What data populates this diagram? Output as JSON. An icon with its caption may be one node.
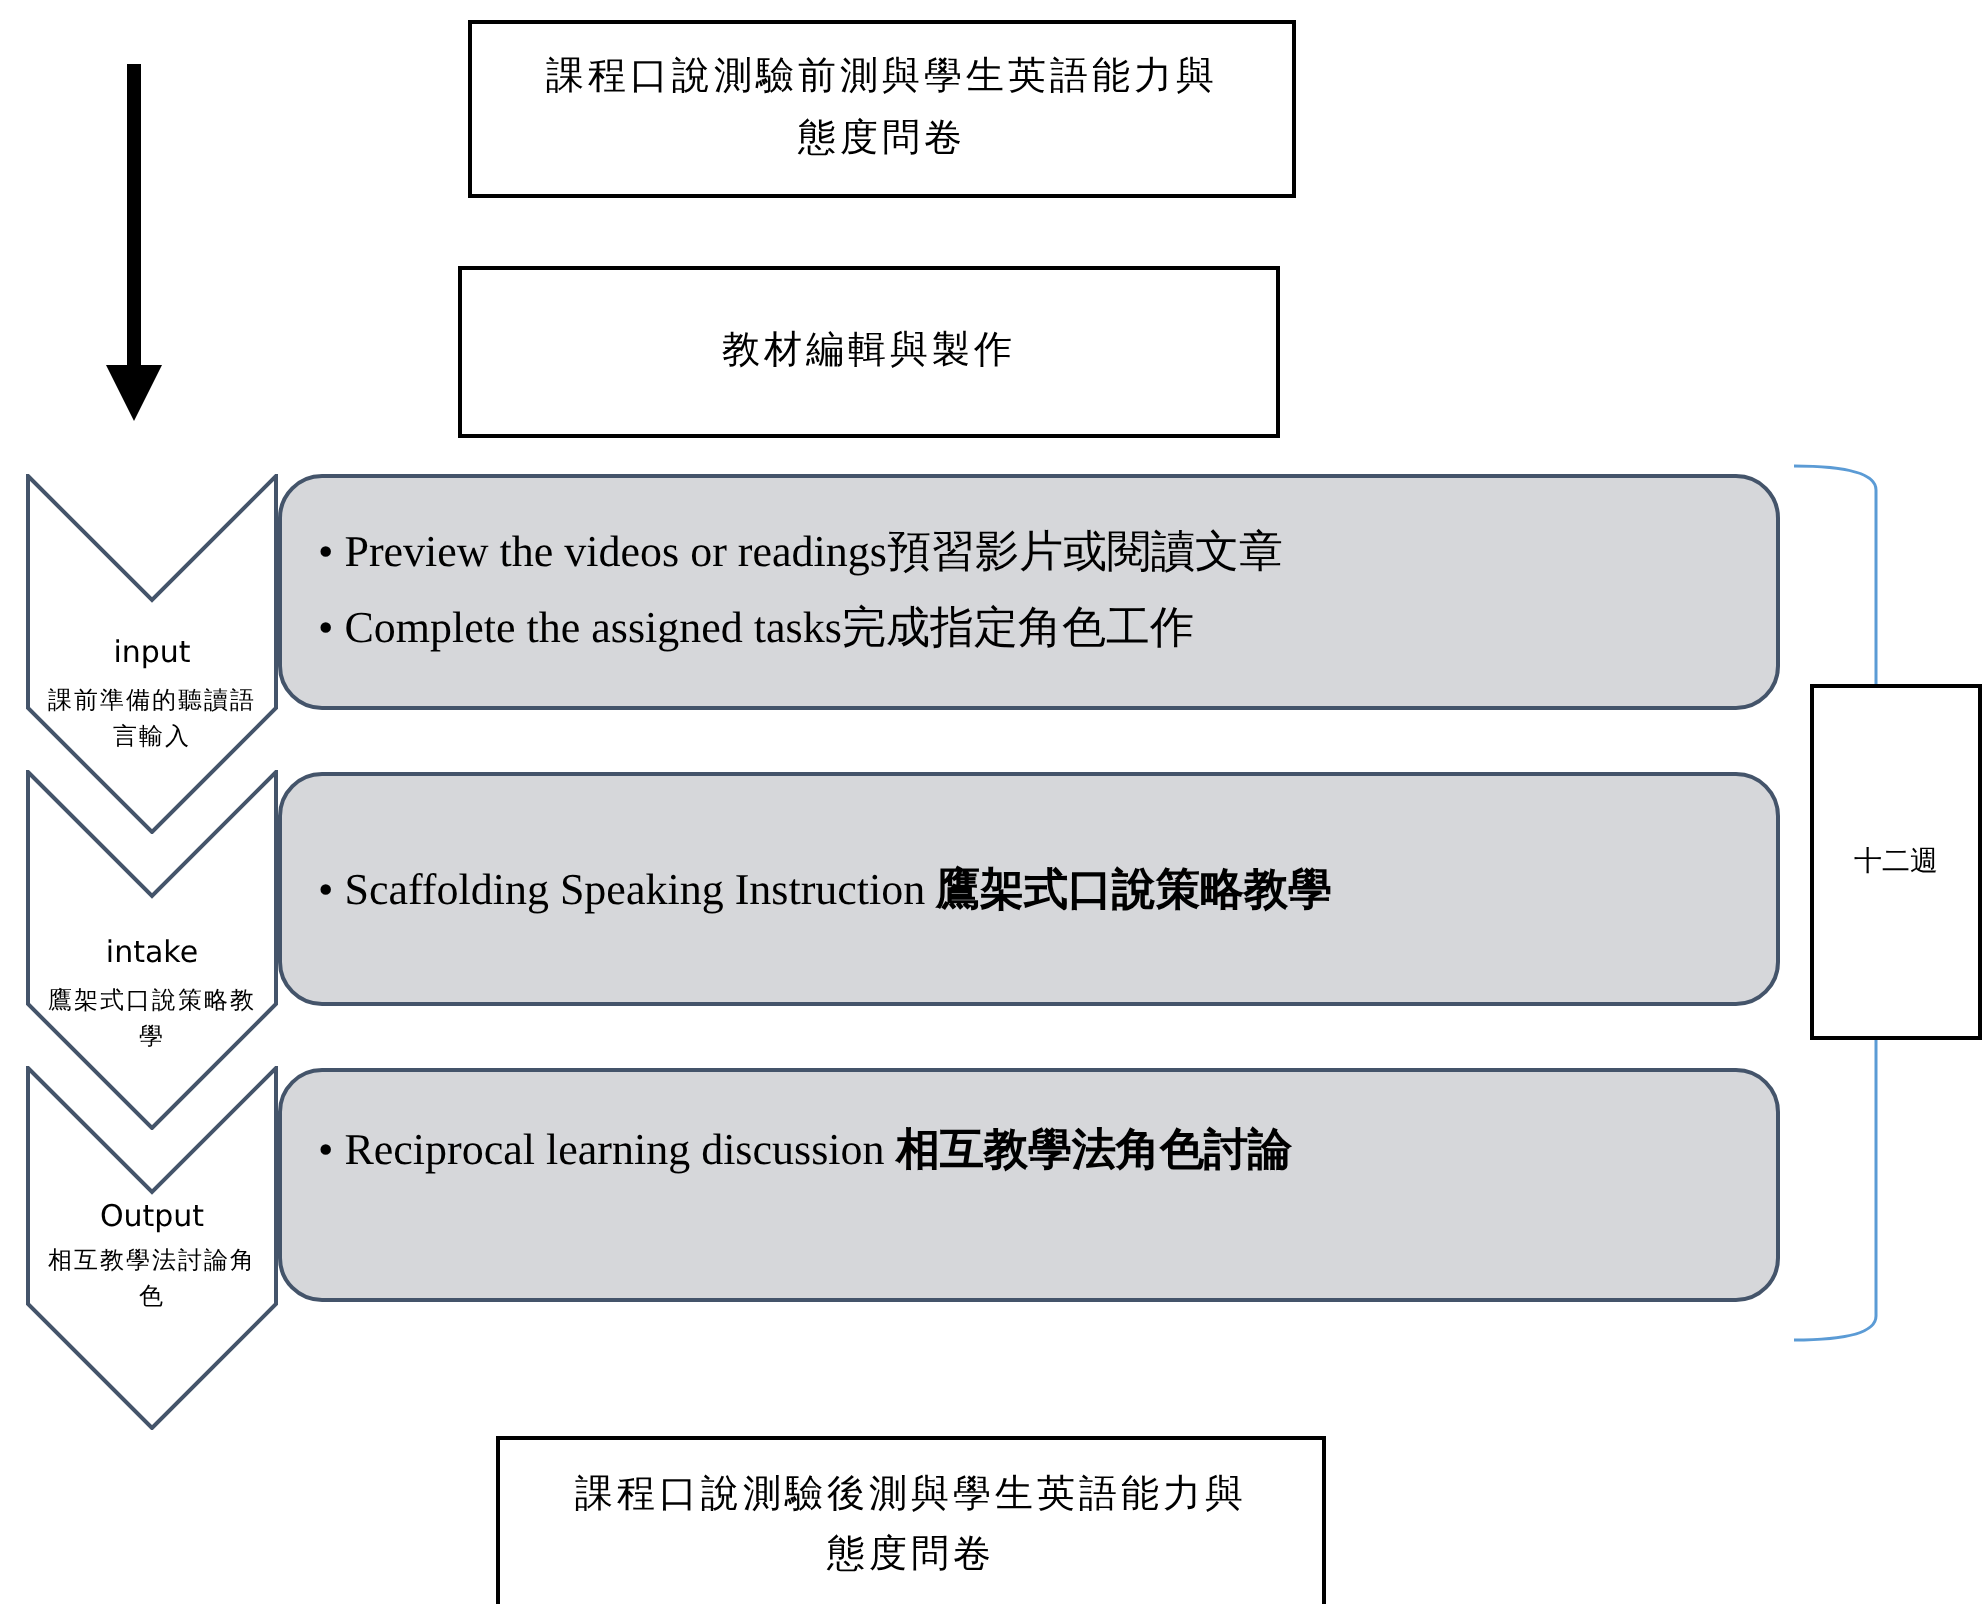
{
  "diagram": {
    "nodes": [
      {
        "text": [
          "課程口說測驗前測與學生英語能力與態度問卷"
        ]
      },
      {
        "text": [
          "教材編輯與製作"
        ]
      },
      {
        "text": [
          "input",
          "課前準備的聽讀語言輸入"
        ]
      },
      {
        "text": [
          "• Preview the videos or readings預習影片或閱讀文章",
          "• Complete the assigned tasks完成指定角色工作"
        ]
      },
      {
        "text": [
          "intake",
          "鷹架式口說策略教學"
        ]
      },
      {
        "text": [
          "• Scaffolding Speaking Instruction **鷹架式口說策略教學**"
        ]
      },
      {
        "text": [
          "Output",
          "相互教學法討論角色"
        ]
      },
      {
        "text": [
          "• Reciprocal learning discussion **相互教學法角色討論**"
        ]
      },
      {
        "text": [
          "十二週"
        ]
      },
      {
        "text": [
          "課程口說測驗後測與學生英語能力與態度問卷"
        ]
      }
    ]
  }
}
